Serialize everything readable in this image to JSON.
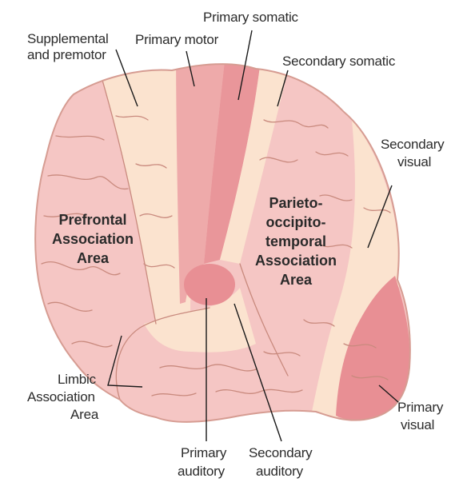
{
  "labels": {
    "primary_somatic": "Primary somatic",
    "supplemental_1": "Supplemental",
    "supplemental_2": "and premotor",
    "primary_motor": "Primary motor",
    "secondary_somatic": "Secondary somatic",
    "secondary_visual_1": "Secondary",
    "secondary_visual_2": "visual",
    "prefrontal_1": "Prefrontal",
    "prefrontal_2": "Association",
    "prefrontal_3": "Area",
    "pot_1": "Parieto-",
    "pot_2": "occipito-",
    "pot_3": "temporal",
    "pot_4": "Association",
    "pot_5": "Area",
    "limbic_1": "Limbic",
    "limbic_2": "Association",
    "limbic_3": "Area",
    "primary_visual_1": "Primary",
    "primary_visual_2": "visual",
    "primary_auditory_1": "Primary",
    "primary_auditory_2": "auditory",
    "secondary_auditory_1": "Secondary",
    "secondary_auditory_2": "auditory"
  },
  "colors": {
    "association_pink": "#f5c6c4",
    "pale_cream": "#fbe3cf",
    "motor_pink": "#eeaaaa",
    "primary_red": "#e88f94",
    "outline": "#d69c92"
  }
}
